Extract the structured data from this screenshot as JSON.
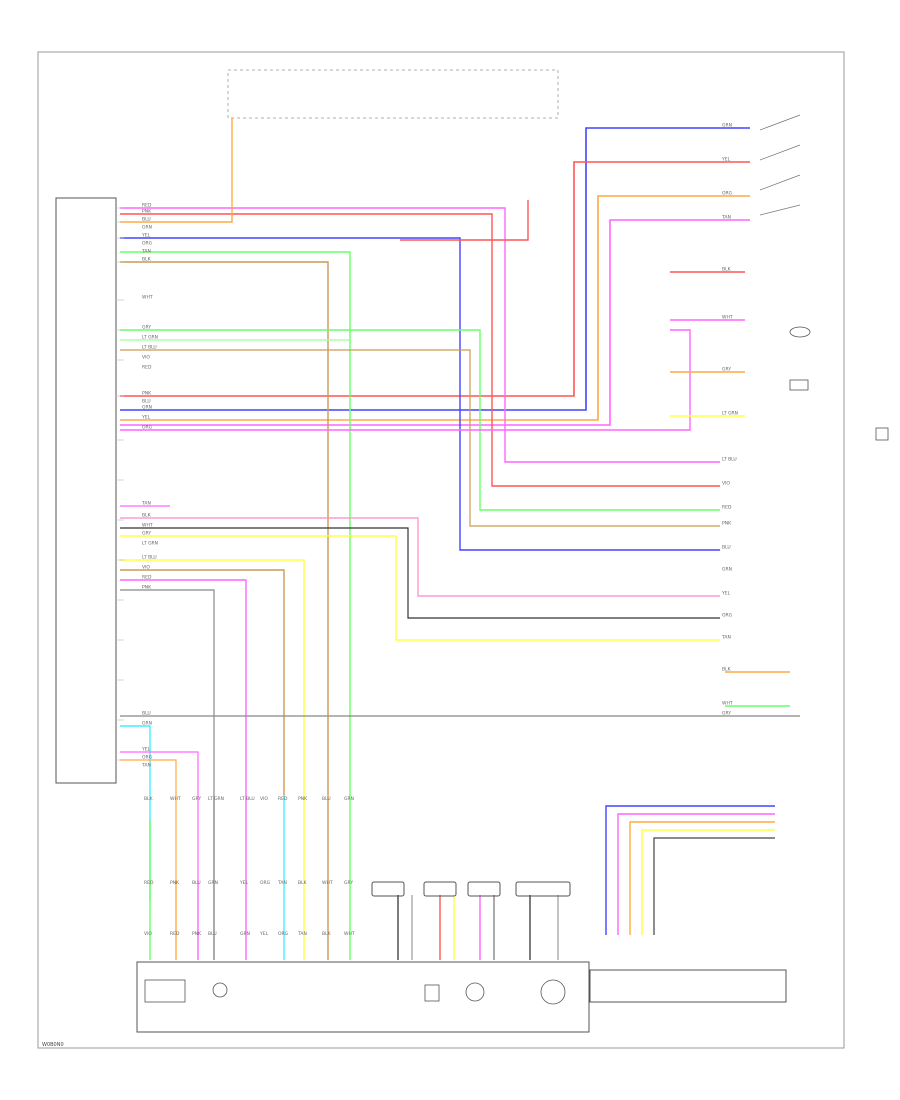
{
  "diagram": {
    "corner_code": "W0B0N0",
    "colors": {
      "red": "#ff5555",
      "pink": "#ff66ff",
      "blue": "#4444ff",
      "green": "#66ff66",
      "yellow": "#ffff44",
      "orange": "#ffaa44",
      "tan": "#cc9955",
      "cyan": "#44eeff",
      "gray": "#888888",
      "black": "#333333",
      "white": "#dddddd"
    },
    "wire_labels": [
      "RED",
      "PNK",
      "BLU",
      "GRN",
      "YEL",
      "ORG",
      "TAN",
      "BLK",
      "WHT",
      "GRY",
      "LT GRN",
      "LT BLU",
      "VIO"
    ]
  }
}
